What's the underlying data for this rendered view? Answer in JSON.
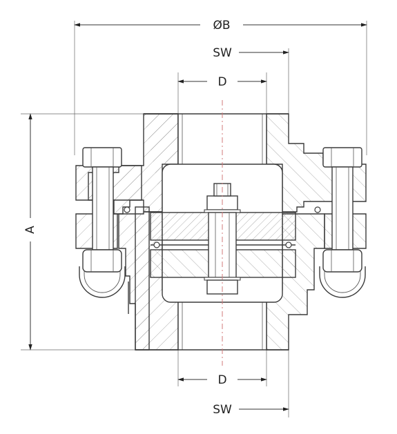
{
  "labels": {
    "dia_b": "ØB",
    "sw_top": "SW",
    "d_top": "D",
    "a": "A",
    "d_bottom": "D",
    "sw_bottom": "SW"
  },
  "colors": {
    "line": "#3a3a3a",
    "centerline": "#d07a7a",
    "background": "#ffffff"
  }
}
